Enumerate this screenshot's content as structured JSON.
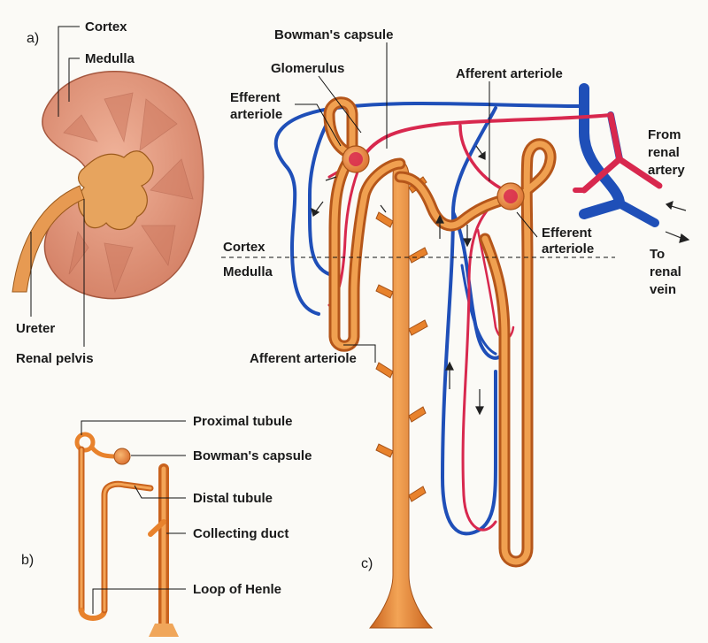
{
  "panels": {
    "a": "a)",
    "b": "b)",
    "c": "c)"
  },
  "kidney_labels": {
    "cortex": "Cortex",
    "medulla": "Medulla",
    "ureter": "Ureter",
    "renal_pelvis": "Renal pelvis"
  },
  "nephron_small_labels": {
    "proximal_tubule": "Proximal tubule",
    "bowmans_capsule": "Bowman's capsule",
    "distal_tubule": "Distal tubule",
    "collecting_duct": "Collecting duct",
    "loop_of_henle": "Loop of Henle"
  },
  "nephron_large_labels": {
    "bowmans_capsule": "Bowman's capsule",
    "glomerulus": "Glomerulus",
    "efferent_arteriole_left_line1": "Efferent",
    "efferent_arteriole_left_line2": "arteriole",
    "afferent_arteriole_top": "Afferent arteriole",
    "from_renal_artery_line1": "From",
    "from_renal_artery_line2": "renal",
    "from_renal_artery_line3": "artery",
    "efferent_arteriole_right_line1": "Efferent",
    "efferent_arteriole_right_line2": "arteriole",
    "cortex": "Cortex",
    "medulla": "Medulla",
    "to_renal_vein_line1": "To",
    "to_renal_vein_line2": "renal",
    "to_renal_vein_line3": "vein",
    "afferent_arteriole_bottom": "Afferent arteriole"
  },
  "colors": {
    "tubule": "#e8822c",
    "tubule_dark": "#b5561a",
    "artery": "#d8284e",
    "vein": "#1f4fb8",
    "kidney": "#dc8c70",
    "pelvis": "#e4a15a",
    "background": "#fbfaf6"
  }
}
